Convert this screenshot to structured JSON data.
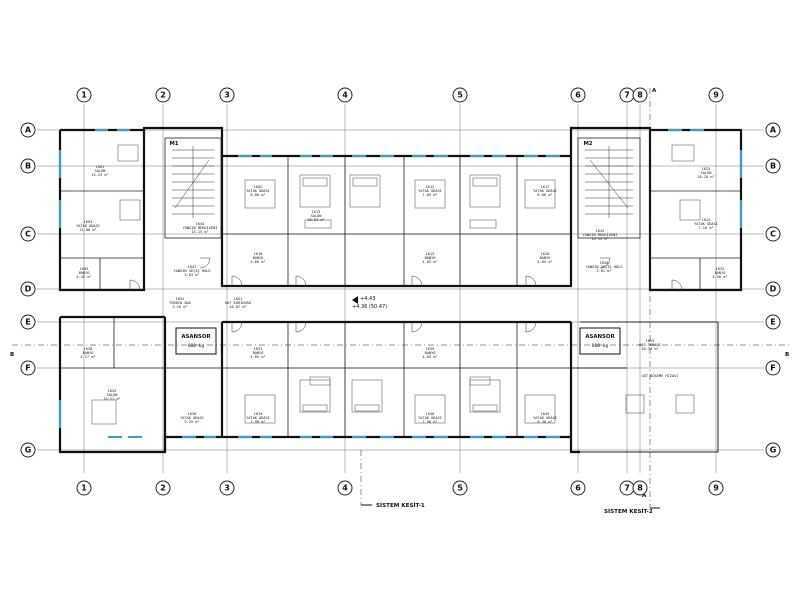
{
  "axes": {
    "columns": [
      "1",
      "2",
      "3",
      "4",
      "5",
      "6",
      "7",
      "8",
      "9"
    ],
    "rows": [
      "A",
      "B",
      "C",
      "D",
      "E",
      "F",
      "G"
    ]
  },
  "elevator": {
    "label": "ASANSOR",
    "capacity": "800 kg"
  },
  "stairs": [
    "M1",
    "M2"
  ],
  "level": {
    "main": "+4.43",
    "sub": "+4.36 (50.47)"
  },
  "sections": {
    "section_1": "SİSTEM KESİT-1",
    "section_2": "SİSTEM KESİT-2",
    "section_a": "A",
    "section_b": "B"
  },
  "rooms": {
    "r1403": [
      "1K03",
      "YATAK ODASI",
      "11.08 m²"
    ],
    "r1402": [
      "1K02",
      "YATAK ODASI",
      "8.06 m²"
    ],
    "r1413": [
      "1K13",
      "SALON",
      "20.53 m²"
    ],
    "r1412": [
      "1K12",
      "YATAK ODASI",
      "7.89 m²"
    ],
    "r1417": [
      "1K17",
      "YATAK ODASI",
      "8.06 m²"
    ],
    "r1424": [
      "1K24",
      "YATAK ODASI",
      "7.10 m²"
    ],
    "r1401": [
      "1K01",
      "SALON",
      "15.23 m²"
    ],
    "r1422": [
      "1K22",
      "SALON",
      "16.20 m²"
    ],
    "r1444": [
      "1K44",
      "YANGIN MERDİVENİ",
      "15.15 m²"
    ],
    "r1445": [
      "1K45",
      "YANGIN MERDİVENİ",
      "15.15 m²"
    ],
    "r1447": [
      "1K47",
      "YANGIN GEÇİŞ HOLÜ",
      "3.63 m²"
    ],
    "r1450": [
      "1K50",
      "YANGIN GEÇİŞ HOLÜ",
      "3.81 m²"
    ],
    "r1452": [
      "1K52",
      "TEKNİK ODA",
      "3.16 m²"
    ],
    "r1451": [
      "1K51",
      "KAT KORİDORU",
      "46.87 m²"
    ],
    "r1431": [
      "1K31",
      "BANYO",
      "4.05 m²"
    ],
    "r1439": [
      "1K39",
      "BANYO",
      "4.83 m²"
    ],
    "r1430": [
      "1K30",
      "YATAK ODASI",
      "9.29 m²"
    ],
    "r1434": [
      "1K34",
      "YATAK ODASI",
      "7.99 m²"
    ],
    "r1440": [
      "1K40",
      "YATAK ODASI",
      "7.96 m²"
    ],
    "r1445b": [
      "1K45",
      "YATAK ODASI",
      "8.38 m²"
    ],
    "r1429": [
      "1K29",
      "SALON",
      "15.11 m²"
    ],
    "r1453": [
      "1K53",
      "KAT TERASI",
      "26.74 m²"
    ],
    "r1418": [
      "1K18",
      "BANYO",
      "4.60 m²"
    ],
    "r1415": [
      "1K15",
      "BANYO",
      "4.05 m²"
    ],
    "r1420": [
      "1K20",
      "BANYO",
      "4.05 m²"
    ],
    "r1405": [
      "1K05",
      "BANYO",
      "4.45 m²"
    ],
    "r1425": [
      "1K25",
      "BANYO",
      "4.50 m²"
    ],
    "r1428": [
      "1K28",
      "BANYO",
      "4.17 m²"
    ]
  },
  "terrace_note": "GST DÖŞEME HİZASI"
}
